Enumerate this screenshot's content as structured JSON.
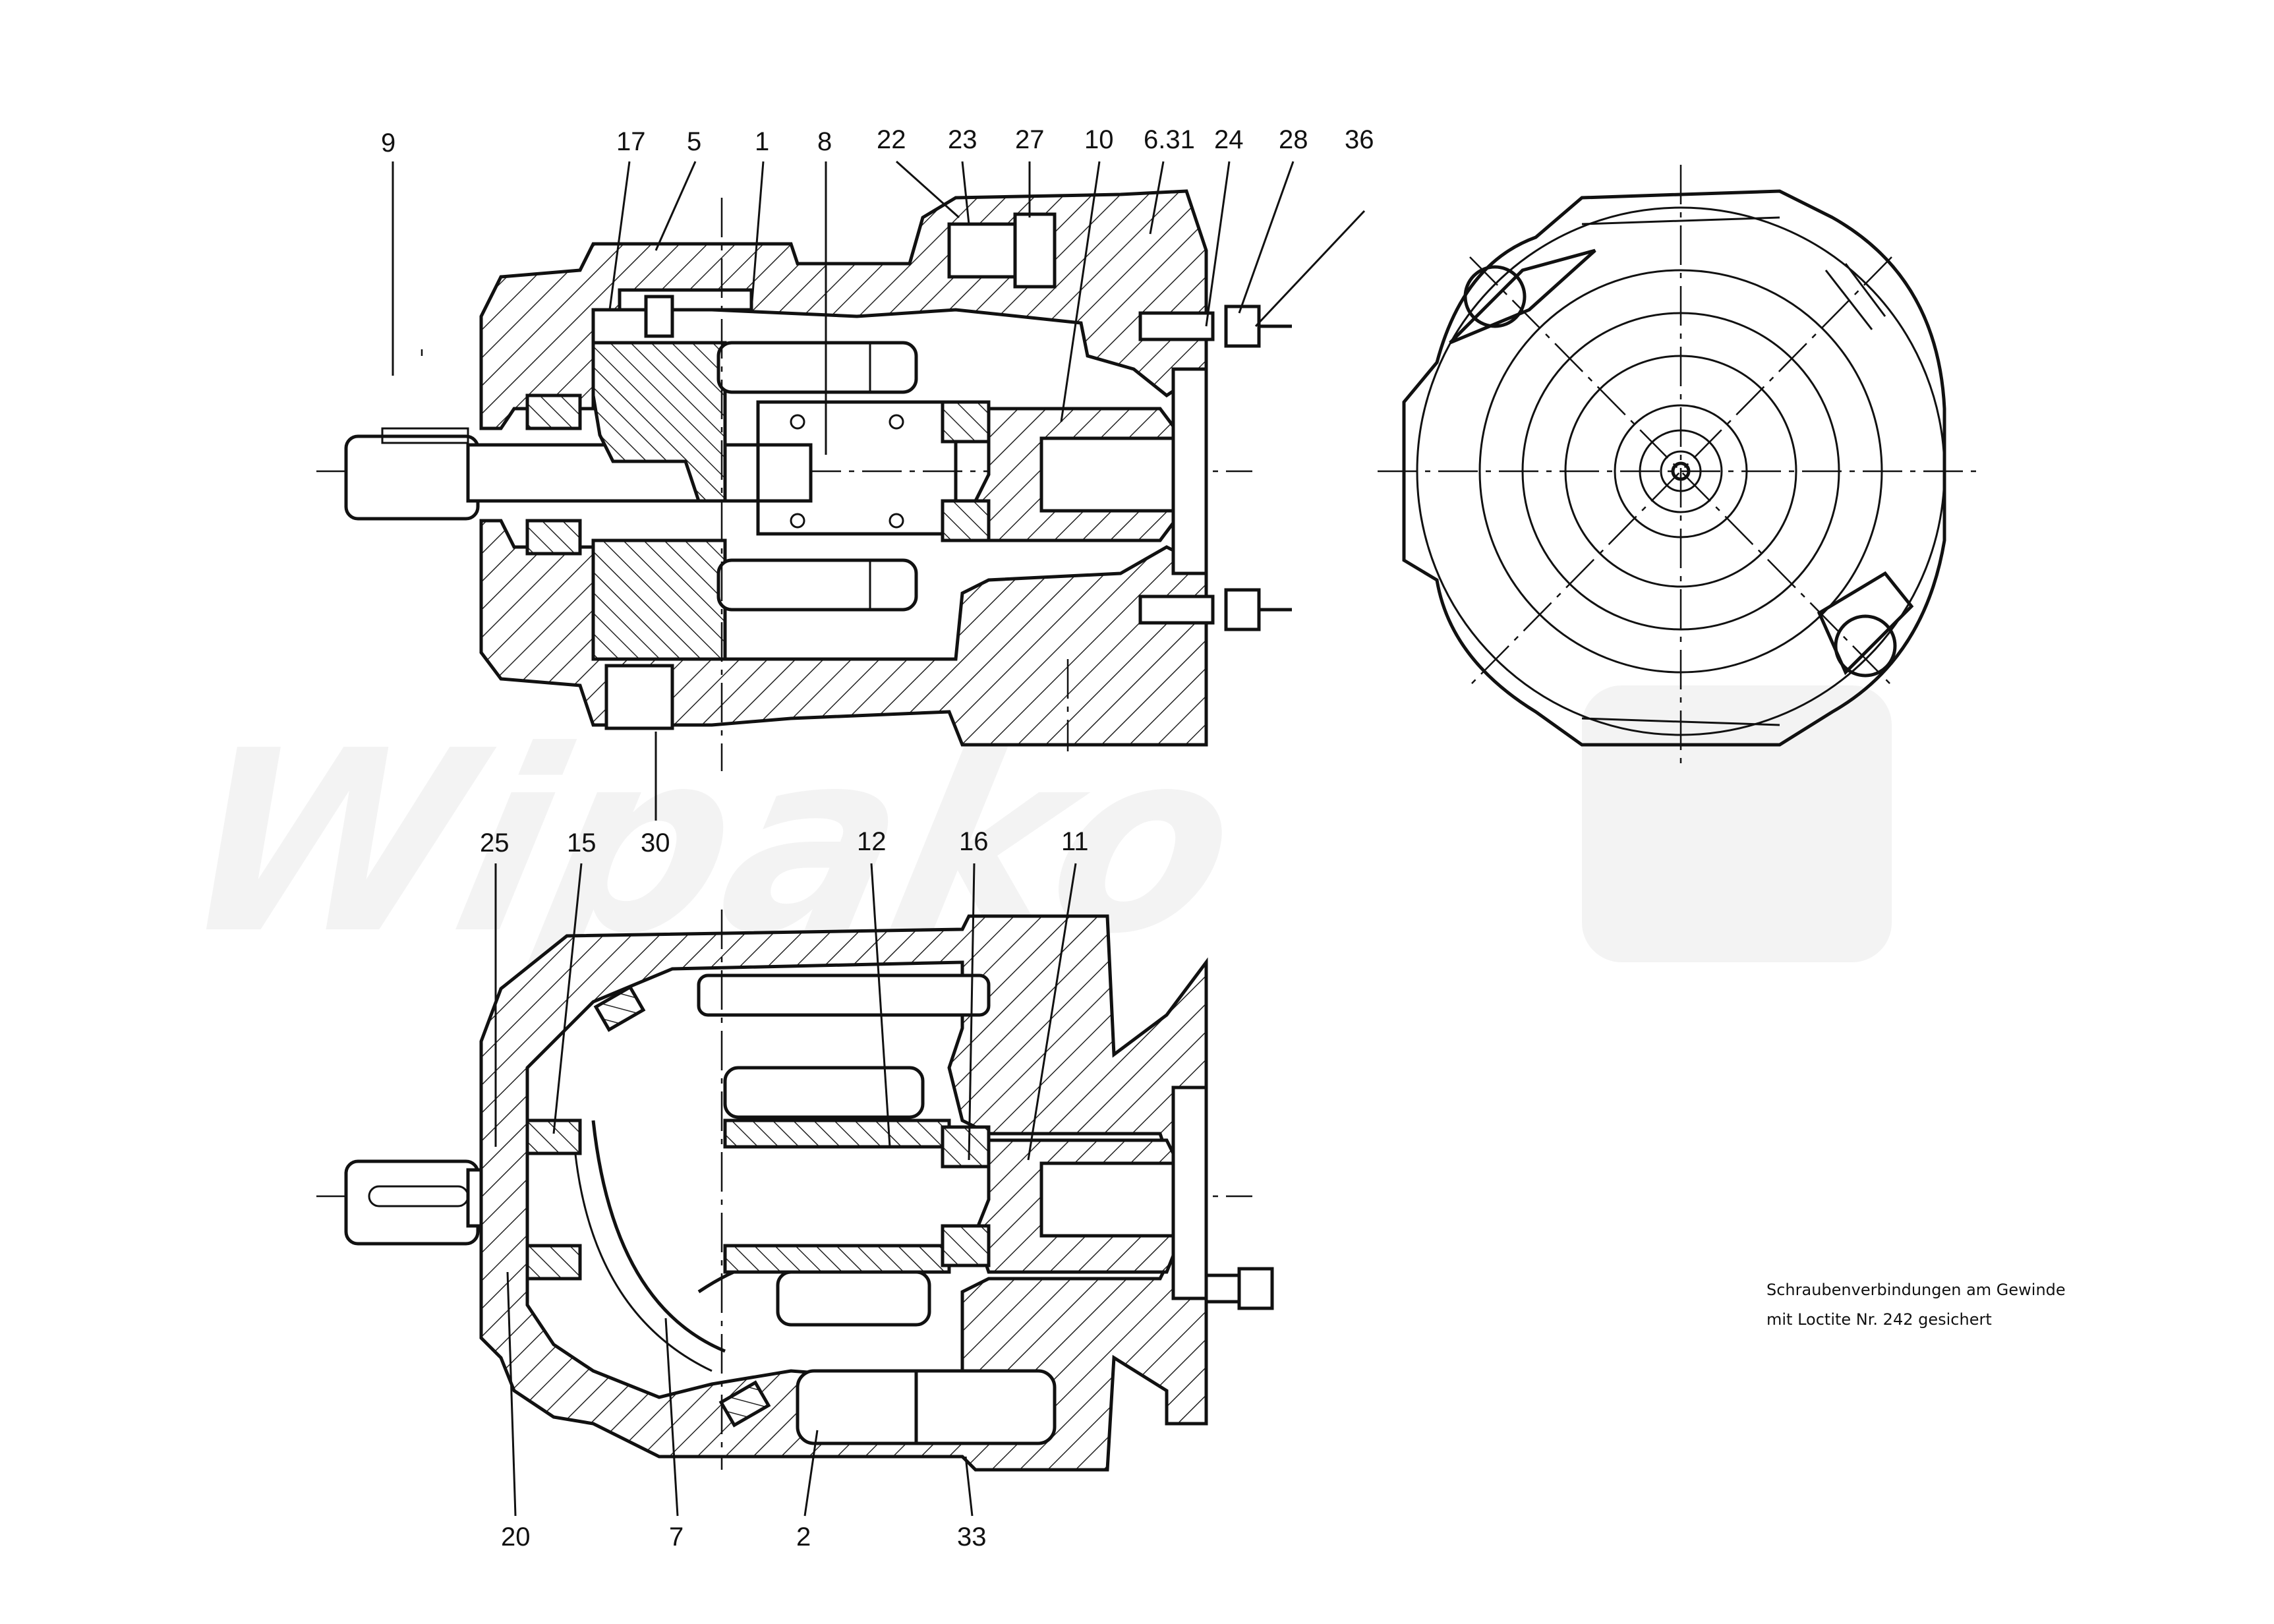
{
  "watermark": "Wipako",
  "note": {
    "line1": "Schraubenverbindungen am Gewinde",
    "line2": "mit Loctite Nr. 242 gesichert"
  },
  "labels": {
    "p9": "9",
    "p17": "17",
    "p5": "5",
    "p1": "1",
    "p8": "8",
    "p22": "22",
    "p23": "23",
    "p27": "27",
    "p10": "10",
    "p631": "6.31",
    "p24": "24",
    "p28": "28",
    "p36": "36",
    "p30": "30",
    "p25": "25",
    "p15": "15",
    "p12": "12",
    "p16": "16",
    "p11": "11",
    "p20": "20",
    "p7": "7",
    "p2": "2",
    "p33": "33"
  }
}
